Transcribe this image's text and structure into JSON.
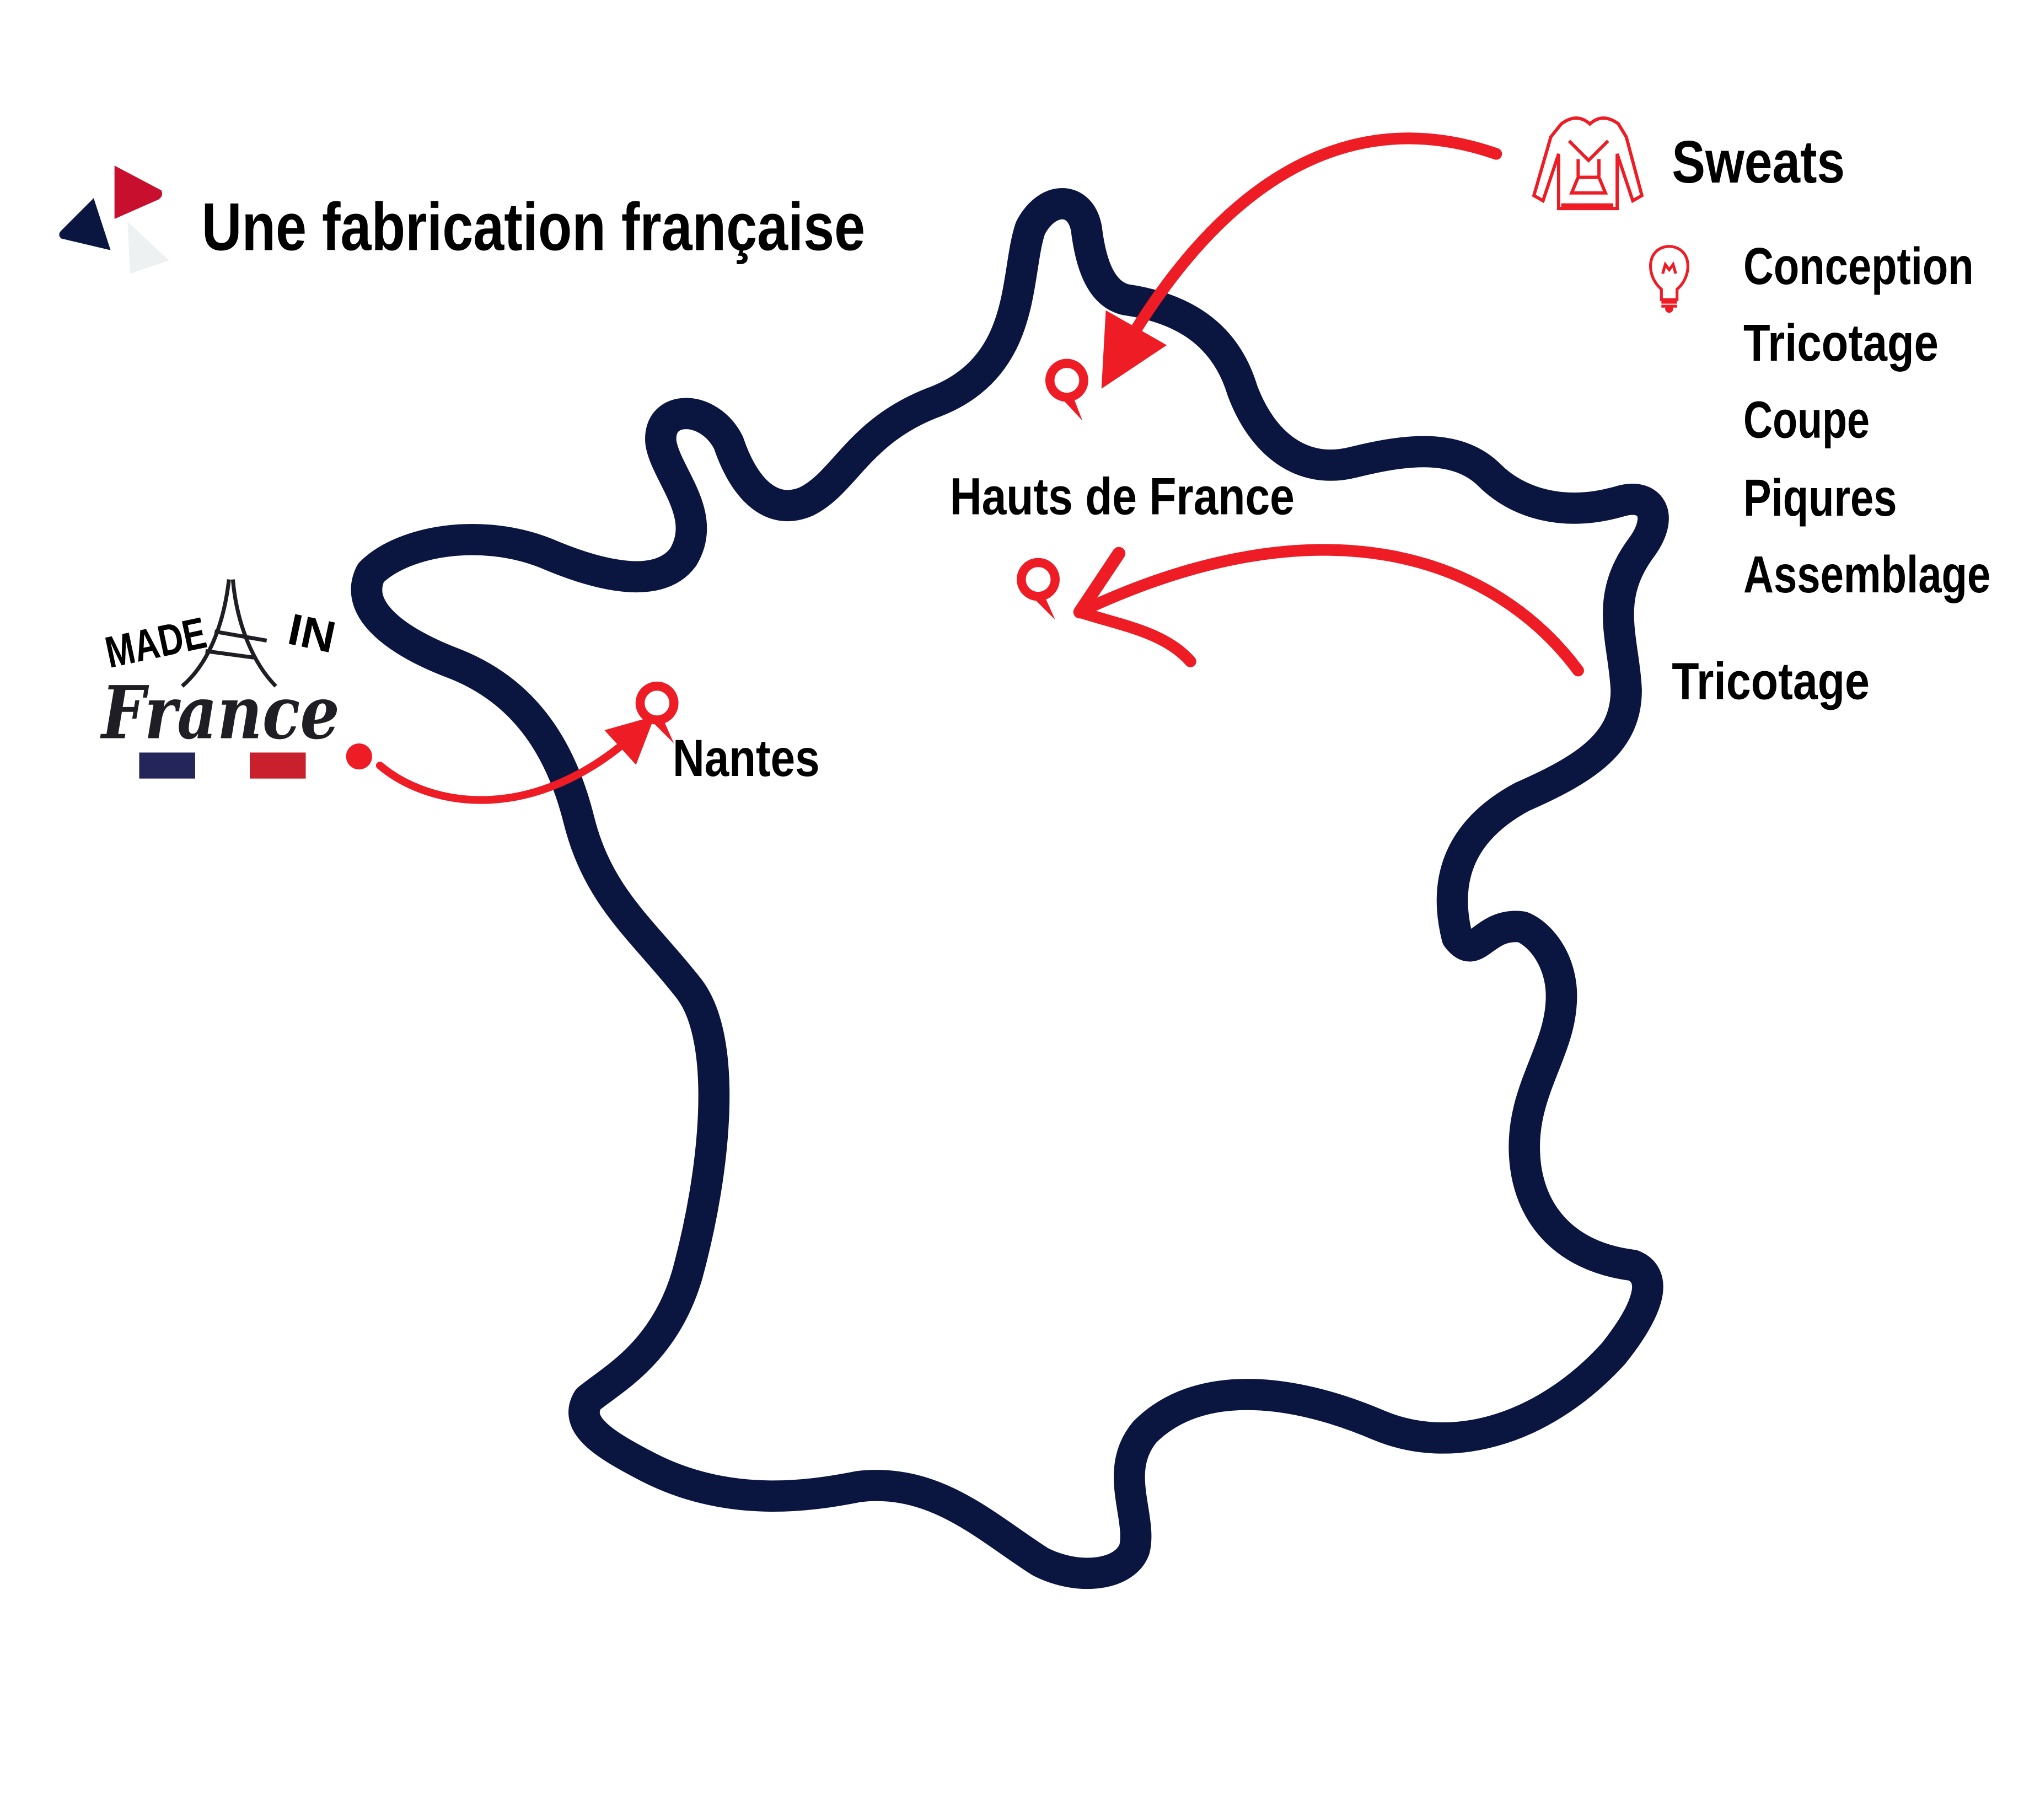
{
  "title": "Une fabrication française",
  "colors": {
    "navy": "#0b1640",
    "red": "#ee1c25",
    "flag_blue": "#24265a",
    "flag_red": "#c8202c",
    "logo_red": "#c8102e"
  },
  "badge": {
    "top_left": "MADE",
    "top_right": "IN",
    "bottom": "France",
    "icon": "eiffel-tower-icon"
  },
  "product": {
    "label": "Sweats",
    "icon": "hoodie-icon"
  },
  "steps": {
    "icon": "lightbulb-icon",
    "items": [
      "Conception",
      "Tricotage",
      "Coupe",
      "Piqures",
      "Assemblage"
    ]
  },
  "locations": {
    "hauts_de_france": "Hauts de France",
    "nantes": "Nantes",
    "tricotage": "Tricotage"
  }
}
